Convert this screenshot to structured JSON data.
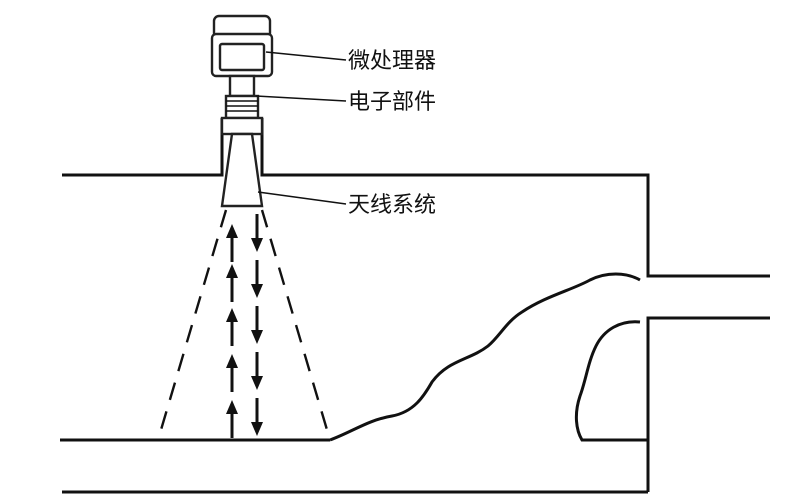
{
  "labels": {
    "microprocessor": "微处理器",
    "electronics": "电子部件",
    "antenna": "天线系统"
  },
  "colors": {
    "line": "#111111",
    "background": "#ffffff"
  }
}
